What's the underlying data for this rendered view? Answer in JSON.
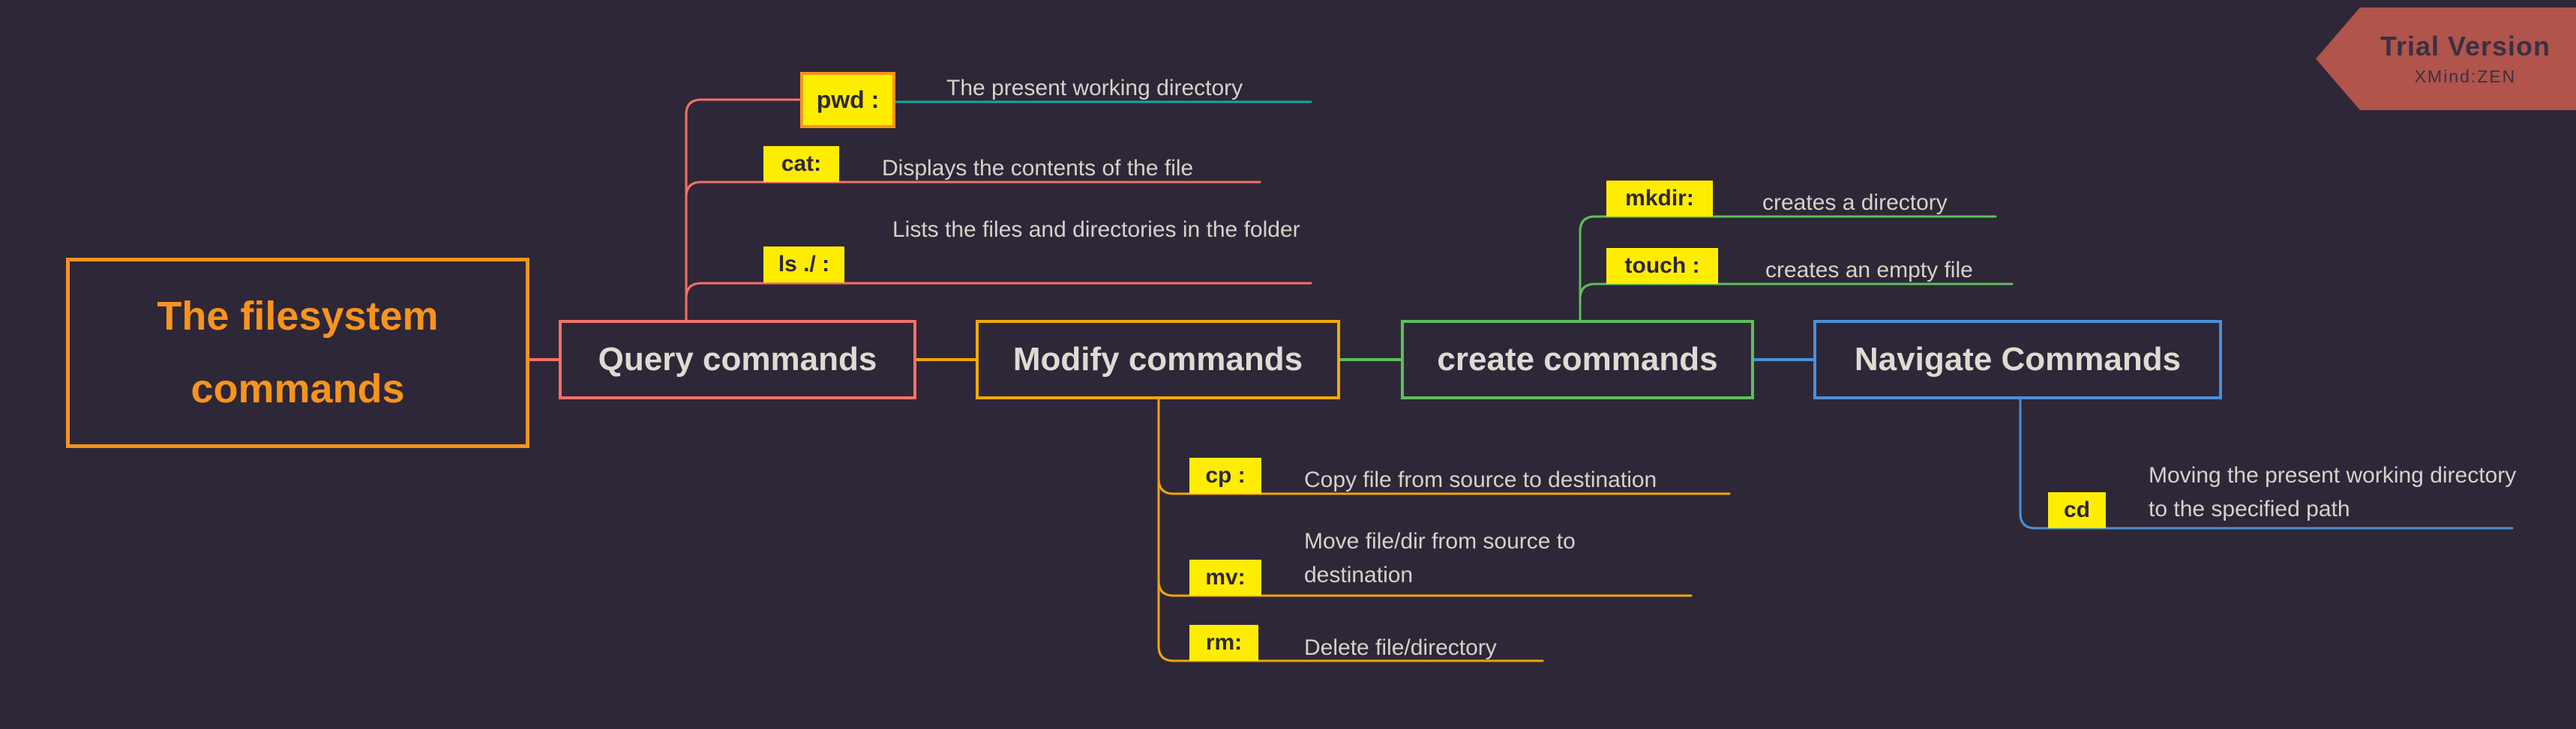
{
  "app": {
    "trial_badge": {
      "title": "Trial Version",
      "subtitle": "XMind:ZEN"
    }
  },
  "palette": {
    "background": "#2e2737",
    "main_orange": "#f7941e",
    "query_salmon": "#f4716a",
    "modify_amber": "#f0a90a",
    "create_green": "#5ebf5a",
    "navigate_blue": "#4a90d9",
    "pwd_child_teal": "#1aa59f",
    "command_highlight_yellow": "#ffed00",
    "text_light": "#d5d2ca",
    "text_dark": "#2e2737",
    "badge_background": "#b0544c"
  },
  "main_topic": {
    "label": "The filesystem commands"
  },
  "branches": [
    {
      "id": "query",
      "label": "Query commands",
      "color": "#f4716a",
      "children": [
        {
          "command": "pwd :",
          "description": "The present working directory",
          "line_color": "#1aa59f",
          "highlighted": true
        },
        {
          "command": "cat:",
          "description": "Displays the contents of the file"
        },
        {
          "command": "ls ./ :",
          "description": "Lists the files and directories in the folder"
        }
      ]
    },
    {
      "id": "modify",
      "label": "Modify commands",
      "color": "#f0a90a",
      "children": [
        {
          "command": "cp :",
          "description": "Copy file from source to destination"
        },
        {
          "command": "mv:",
          "description": "Move file/dir from source to destination"
        },
        {
          "command": "rm:",
          "description": "Delete file/directory"
        }
      ]
    },
    {
      "id": "create",
      "label": "create commands",
      "color": "#5ebf5a",
      "children": [
        {
          "command": "mkdir:",
          "description": "creates a directory"
        },
        {
          "command": "touch :",
          "description": "creates an empty file"
        }
      ]
    },
    {
      "id": "navigate",
      "label": "Navigate Commands",
      "color": "#4a90d9",
      "children": [
        {
          "command": "cd",
          "description": "Moving the present working directory to the specified path"
        }
      ]
    }
  ]
}
